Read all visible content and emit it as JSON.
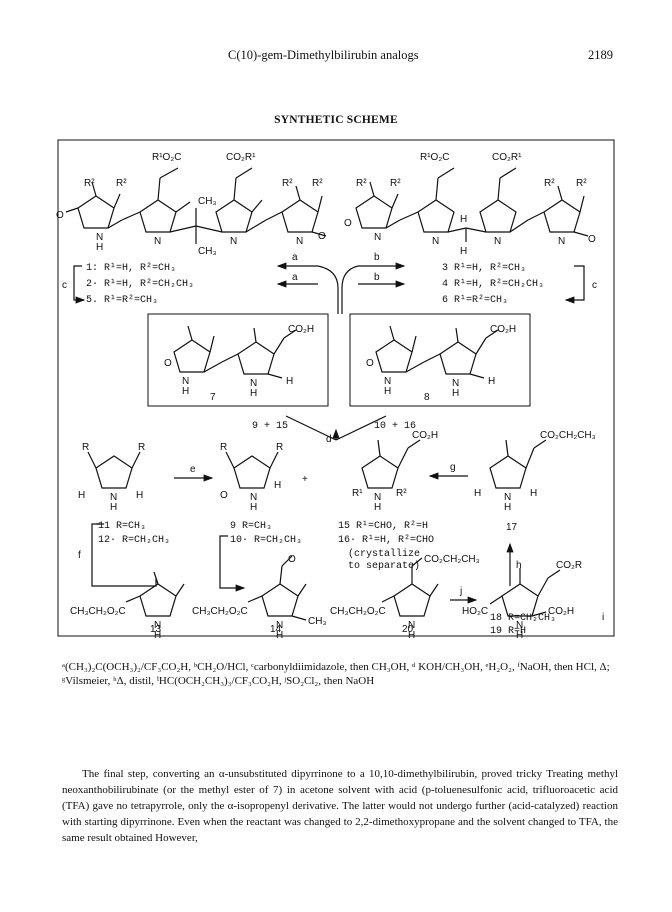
{
  "header": {
    "title": "C(10)-gem-Dimethylbilirubin analogs",
    "page_number": "2189"
  },
  "scheme": {
    "title": "SYNTHETIC SCHEME",
    "left_list": [
      "1: R¹=H, R²=CH₃",
      "2· R¹=H, R²=CH₂CH₃",
      "5. R¹=R²=CH₃"
    ],
    "right_list": [
      "3  R¹=H, R²=CH₃",
      "4  R¹=H, R²=CH₂CH₃",
      "6  R¹=R²=CH₃"
    ],
    "compound_7": "7",
    "compound_8": "8",
    "step_a": "a",
    "step_b": "b",
    "step_c": "c",
    "step_d": "d",
    "step_e": "e",
    "step_f": "f",
    "step_g": "g",
    "step_h": "h",
    "step_i": "i",
    "step_j": "j",
    "combo_left": "9 + 15",
    "combo_right": "10 + 16",
    "list_11": "11  R=CH₃",
    "list_12": "12· R=CH₂CH₃",
    "list_9": "9  R=CH₃",
    "list_10": "10· R=CH₂CH₃",
    "list_15": "15  R¹=CHO, R²=H",
    "list_16": "16· R¹=H, R²=CHO",
    "crystallize_1": "(crystallize",
    "crystallize_2": "to separate)",
    "label_17": "17",
    "label_13": "13",
    "label_14": "14",
    "label_20": "20",
    "list_18": "18  R=CH₂CH₃",
    "list_19": "19  R=H",
    "group_co2h": "CO₂H",
    "group_co2r": "CO₂R",
    "group_co2r1": "CO₂R¹",
    "group_r1o2c": "R¹O₂C",
    "group_co2ethyl": "CO₂CH₂CH₃",
    "group_ethylo2c": "CH₃CH₂O₂C",
    "group_ho2c": "HO₂C",
    "plus": "+"
  },
  "footnote": "ᵃ(CH₃)₂C(OCH₃)₂/CF₃CO₂H, ᵇCH₂O/HCl, ᶜcarbonyldiimidazole, then CH₃OH, ᵈ KOH/CH₃OH, ᵉH₂O₂, ᶠNaOH, then HCl, Δ; ᵍVilsmeier, ʰΔ, distil, ⁱHC(OCH₂CH₃)₃/CF₃CO₂H, ʲSO₂Cl₂, then NaOH",
  "body": "The final step, converting an α-unsubstituted dipyrrinone to a 10,10-dimethylbilirubin, proved tricky Treating methyl neoxanthobilirubinate (or the methyl ester of 7) in acetone solvent with acid (p-toluenesulfonic acid, trifluoroacetic acid (TFA) gave no tetrapyrrole, only the α-isopropenyl derivative. The latter would not undergo further (acid-catalyzed) reaction with starting dipyrrinone. Even when the reactant was changed to 2,2-dimethoxypropane and the solvent changed to TFA, the same result obtained However,"
}
